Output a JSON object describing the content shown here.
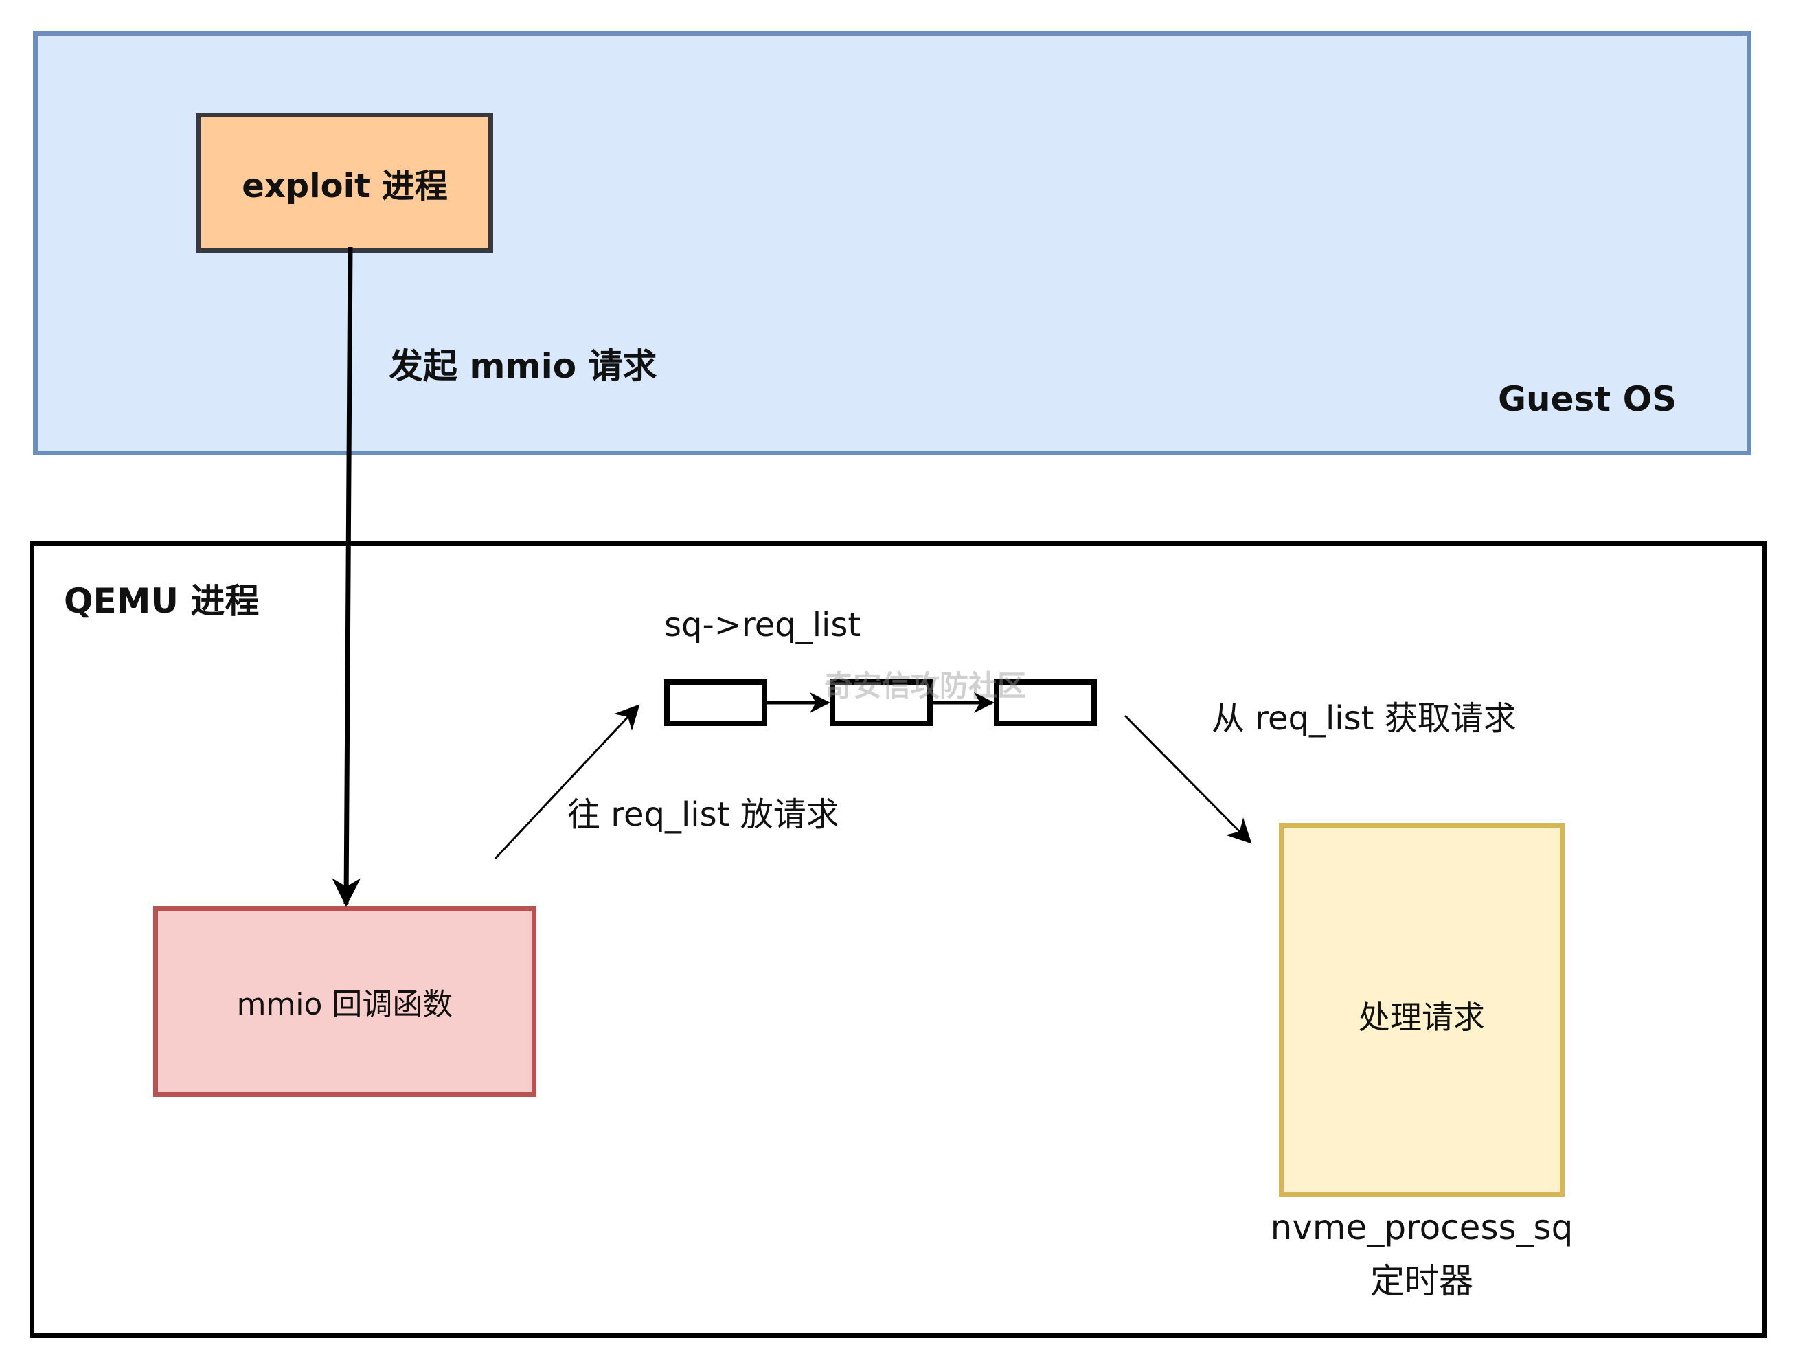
{
  "guest_os": {
    "label": "Guest OS",
    "fill": "#dae8fc",
    "stroke": "#6c8ebf",
    "exploit_process": {
      "label": "exploit 进程",
      "fill": "#ffcc99",
      "stroke": "#36393d"
    },
    "mmio_request_edge_label": "发起 mmio 请求"
  },
  "qemu": {
    "label": "QEMU 进程",
    "mmio_callback": {
      "label": "mmio 回调函数",
      "fill": "#f8cecc",
      "stroke": "#b85450"
    },
    "req_list": {
      "label": "sq->req_list",
      "nodes": [
        "",
        "",
        ""
      ]
    },
    "put_request_edge_label": "往 req_list 放请求",
    "get_request_edge_label": "从 req_list 获取请求",
    "process_block": {
      "label": "处理请求",
      "fill": "#fff2cc",
      "stroke": "#d6b656"
    },
    "timer_caption_line1": "nvme_process_sq",
    "timer_caption_line2": "定时器"
  },
  "watermark": "奇安信攻防社区"
}
